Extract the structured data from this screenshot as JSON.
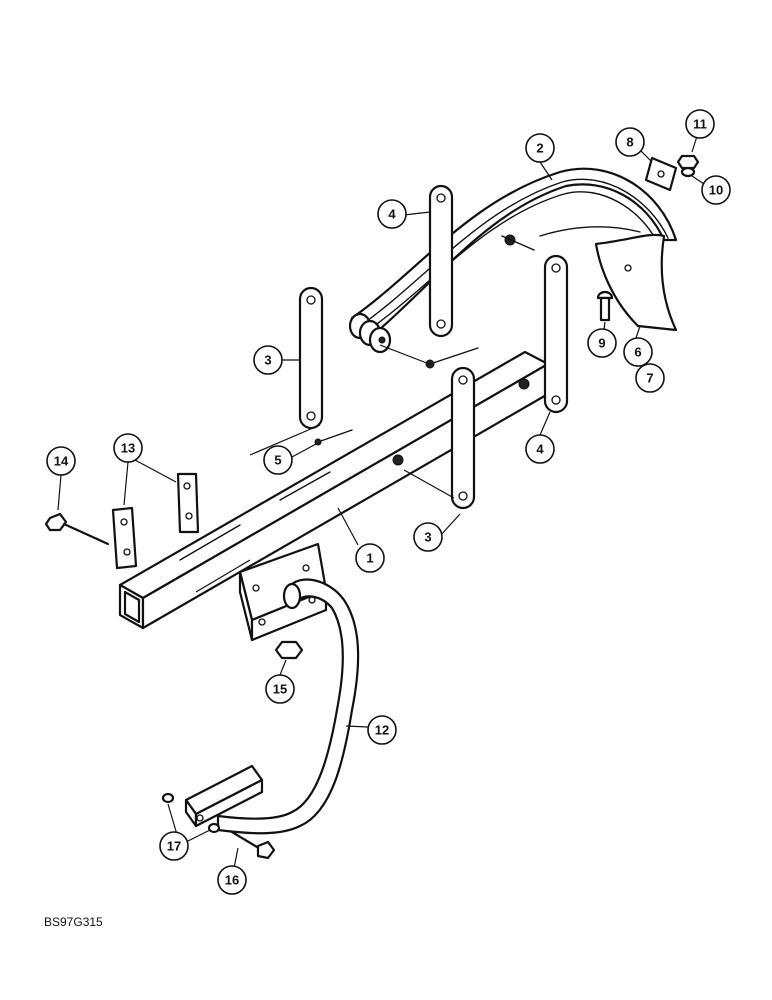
{
  "figure": {
    "reference_code": "BS97G315",
    "callouts": [
      {
        "id": "c2",
        "label": "2"
      },
      {
        "id": "c8",
        "label": "8"
      },
      {
        "id": "c11",
        "label": "11"
      },
      {
        "id": "c10",
        "label": "10"
      },
      {
        "id": "c4a",
        "label": "4"
      },
      {
        "id": "c9",
        "label": "9"
      },
      {
        "id": "c6",
        "label": "6"
      },
      {
        "id": "c7",
        "label": "7"
      },
      {
        "id": "c3a",
        "label": "3"
      },
      {
        "id": "c4b",
        "label": "4"
      },
      {
        "id": "c5",
        "label": "5"
      },
      {
        "id": "c13",
        "label": "13"
      },
      {
        "id": "c14",
        "label": "14"
      },
      {
        "id": "c1",
        "label": "1"
      },
      {
        "id": "c3b",
        "label": "3"
      },
      {
        "id": "c15",
        "label": "15"
      },
      {
        "id": "c12",
        "label": "12"
      },
      {
        "id": "c17",
        "label": "17"
      },
      {
        "id": "c16",
        "label": "16"
      }
    ]
  }
}
